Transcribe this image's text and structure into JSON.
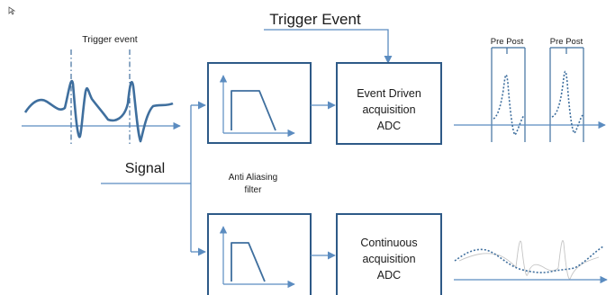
{
  "labels": {
    "trigger_event_top": "Trigger Event",
    "trigger_event_waveform": "Trigger event",
    "signal": "Signal",
    "anti_aliasing": [
      "Anti Aliasing",
      "filter"
    ],
    "event_driven_adc": [
      "Event Driven",
      "acquisition",
      "ADC"
    ],
    "continuous_adc": [
      "Continuous",
      "acquisition",
      "ADC"
    ],
    "pre_post_1": "Pre Post",
    "pre_post_2": "Pre Post"
  },
  "icons": {
    "cursor": "mouse-pointer-icon",
    "arrowhead": "arrowhead-icon"
  },
  "colors": {
    "box_border": "#2e5a87",
    "wire": "#5b8cc0",
    "waveform": "#3f6f9e",
    "ghost_waveform": "#c4c4c4"
  }
}
